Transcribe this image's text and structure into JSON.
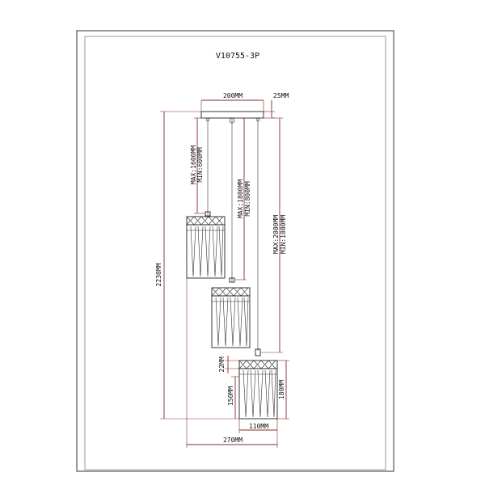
{
  "title": "V10755-3P",
  "dimensions": {
    "canopy_width": "200MM",
    "canopy_height": "25MM",
    "overall_height": "2230MM",
    "cord1": "MAX:1600MM",
    "cord1_min": "MIN:600MM",
    "cord2": "MAX:1800MM",
    "cord2_min": "MIN:800MM",
    "cord3": "MAX:2000MM",
    "cord3_min": "MIN:1000MM",
    "cap_height": "22MM",
    "crystal_height": "150MM",
    "shade_height": "180MM",
    "shade_width": "110MM",
    "overall_width": "270MM"
  },
  "colors": {
    "dimension_line": "#8b2a2a",
    "outline": "#222222"
  }
}
